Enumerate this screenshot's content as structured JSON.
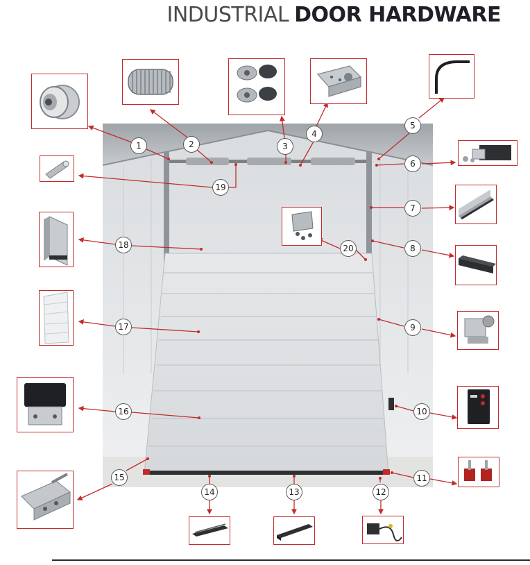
{
  "title": {
    "part1": "INDUSTRIAL",
    "part2": "DOOR HARDWARE"
  },
  "callouts": [
    "1",
    "2",
    "3",
    "4",
    "5",
    "6",
    "7",
    "8",
    "9",
    "10",
    "11",
    "12",
    "13",
    "14",
    "15",
    "16",
    "17",
    "18",
    "19",
    "20"
  ],
  "colors": {
    "accent_red": "#c22b2b",
    "panel": "#dfe2e4",
    "frame": "#8a8f94"
  },
  "parts": {
    "p1": "roller-bearing-icon",
    "p2": "torsion-spring-icon",
    "p3": "cable-drum-icon",
    "p4": "bearing-plate-icon",
    "p5": "curved-track-icon",
    "p6": "spring-bracket-icon",
    "p7": "angle-profile-icon",
    "p8": "c-track-icon",
    "p9": "side-roller-bracket-icon",
    "p10": "control-box-icon",
    "p11": "safety-catch-icon",
    "p12": "cable-sensor-icon",
    "p13": "bottom-seal-icon",
    "p14": "top-seal-icon",
    "p15": "bottom-bracket-icon",
    "p16": "hinge-icon",
    "p17": "door-panel-icon",
    "p18": "side-seal-icon",
    "p19": "shaft-icon",
    "p20": "track-bracket-icon"
  }
}
